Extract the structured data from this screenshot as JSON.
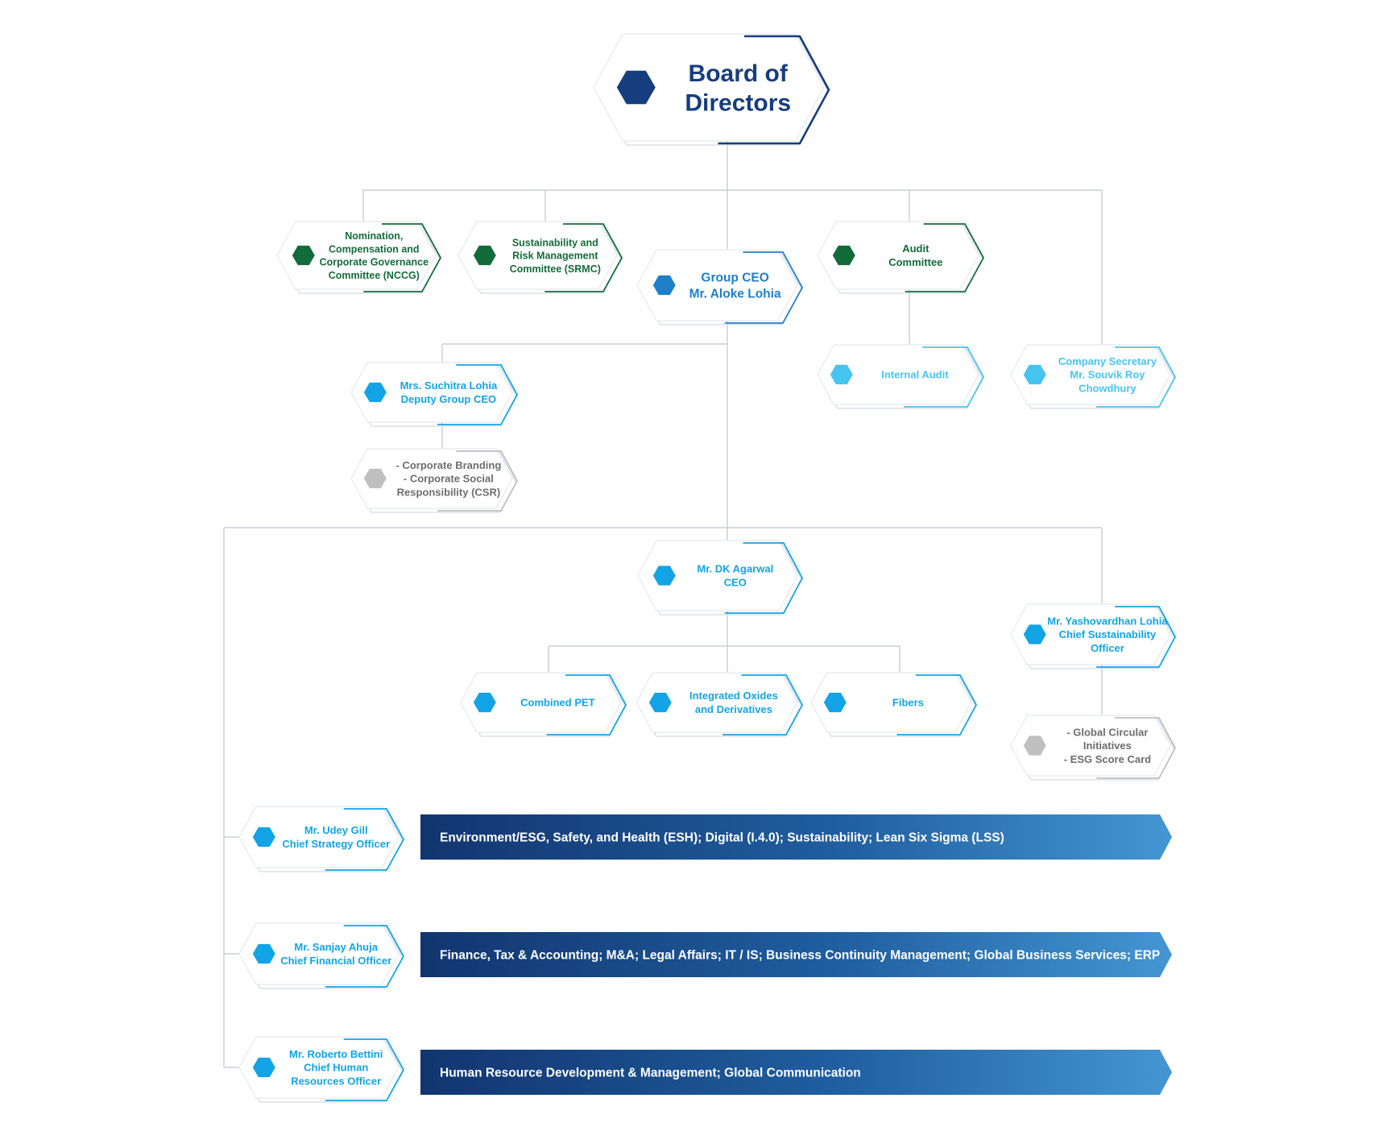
{
  "colors": {
    "navy": "#163d7e",
    "green": "#146b3a",
    "mid_blue": "#1f7fc8",
    "blue": "#12a4e6",
    "light_blue": "#46c4f0",
    "gray": "#bfbfbf",
    "gray_text": "#6d6d6d",
    "connector": "#c9ced6"
  },
  "board": {
    "lines": [
      "Board of",
      "Directors"
    ]
  },
  "committees": [
    {
      "lines": [
        "Nomination,",
        "Compensation and",
        "Corporate Governance",
        "Committee (NCCG)"
      ]
    },
    {
      "lines": [
        "Sustainability and",
        "Risk Management",
        "Committee (SRMC)"
      ]
    },
    {
      "lines": [
        "Audit",
        "Committee"
      ]
    }
  ],
  "group_ceo": {
    "lines": [
      "Group CEO",
      "Mr. Aloke Lohia"
    ]
  },
  "internal_audit": {
    "lines": [
      "Internal Audit"
    ]
  },
  "company_secretary": {
    "lines": [
      "Company Secretary",
      "Mr. Souvik Roy",
      "Chowdhury"
    ]
  },
  "deputy_ceo": {
    "lines": [
      "Mrs. Suchitra Lohia",
      "Deputy Group CEO"
    ]
  },
  "deputy_functions": {
    "lines": [
      "- Corporate Branding",
      "- Corporate Social",
      "Responsibility (CSR)"
    ]
  },
  "ceo": {
    "lines": [
      "Mr. DK Agarwal",
      "CEO"
    ]
  },
  "business_units": [
    {
      "lines": [
        "Combined PET"
      ]
    },
    {
      "lines": [
        "Integrated Oxides",
        "and Derivatives"
      ]
    },
    {
      "lines": [
        "Fibers"
      ]
    }
  ],
  "cso": {
    "lines": [
      "Mr. Yashovardhan Lohia",
      "Chief Sustainability",
      "Officer"
    ]
  },
  "cso_functions": {
    "lines": [
      "- Global Circular",
      "Initiatives",
      "- ESG Score Card"
    ]
  },
  "officers": [
    {
      "lines": [
        "Mr. Udey Gill",
        "Chief Strategy Officer"
      ],
      "band": "Environment/ESG, Safety, and Health (ESH); Digital (I.4.0); Sustainability; Lean Six Sigma (LSS)"
    },
    {
      "lines": [
        "Mr. Sanjay Ahuja",
        "Chief Financial Officer"
      ],
      "band": "Finance, Tax & Accounting; M&A; Legal Affairs; IT / IS; Business Continuity Management; Global Business Services; ERP"
    },
    {
      "lines": [
        "Mr. Roberto Bettini",
        "Chief Human",
        "Resources Officer"
      ],
      "band": "Human Resource Development & Management; Global Communication"
    }
  ]
}
